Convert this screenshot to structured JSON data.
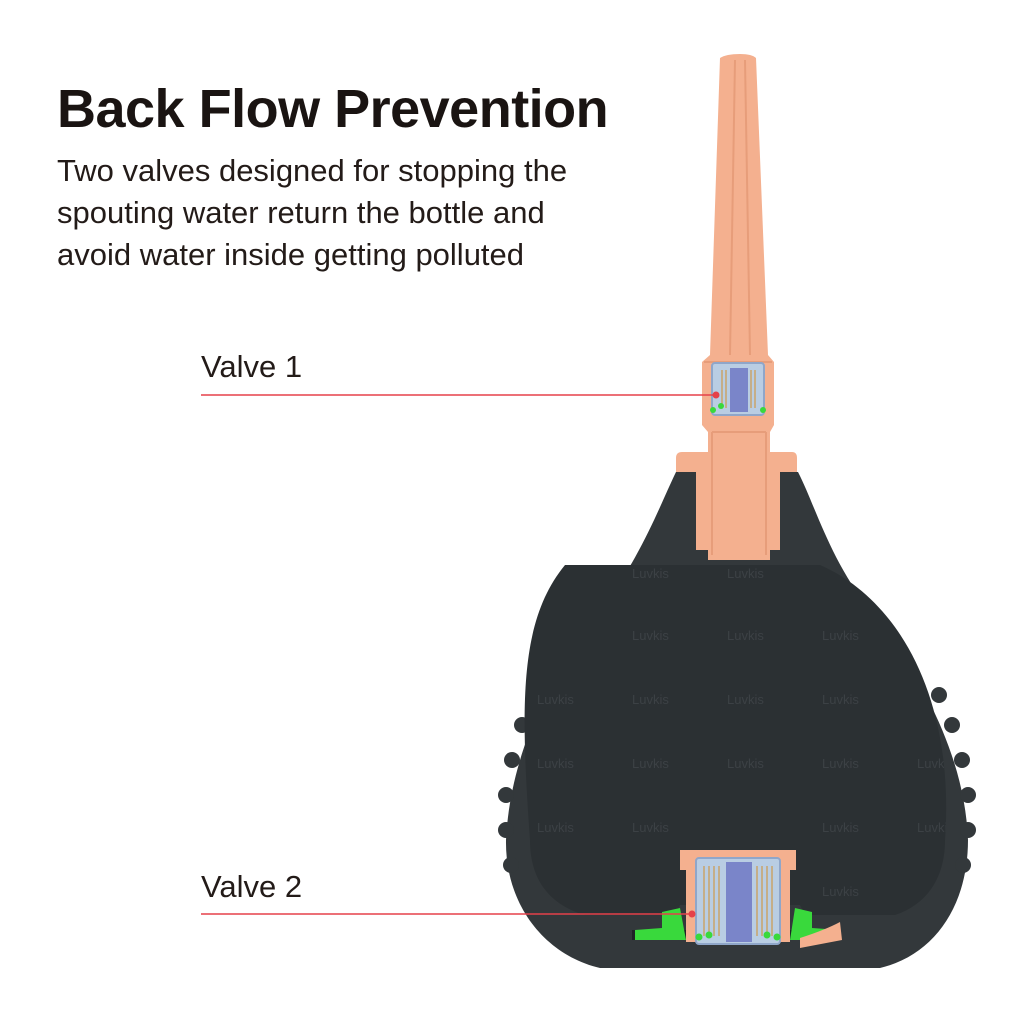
{
  "heading": {
    "title": "Back Flow Prevention",
    "description_lines": [
      "Two valves designed for stopping the",
      "spouting water return the bottle and",
      "avoid water inside getting polluted"
    ]
  },
  "callouts": {
    "valve1": "Valve 1",
    "valve2": "Valve 2"
  },
  "watermark": "Luvkis",
  "colors": {
    "bulb": "#33383b",
    "bulb_inner": "#2b3033",
    "nozzle": "#f4b08f",
    "valve_glass": "#b9cde3",
    "valve_core": "#7a85c9",
    "seal": "#39d93c",
    "callout_line": "#e5414a"
  }
}
